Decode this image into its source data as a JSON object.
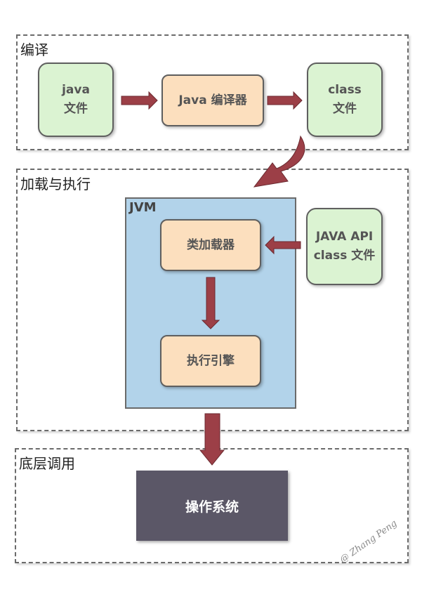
{
  "sections": {
    "compile": {
      "label": "编译"
    },
    "load_execute": {
      "label": "加载与执行"
    },
    "low_level": {
      "label": "底层调用"
    }
  },
  "nodes": {
    "java_file": "java\n文件",
    "java_compiler": "Java 编译器",
    "class_file": "class\n文件",
    "jvm_label": "JVM",
    "class_loader": "类加载器",
    "execution_engine": "执行引擎",
    "java_api_class_file": "JAVA API\nclass 文件",
    "operating_system": "操作系统"
  },
  "colors": {
    "arrow": "#9c3f47",
    "green_node": "#dbf3d2",
    "orange_node": "#fcdfbe",
    "jvm_bg": "#b2d3ea",
    "os_bg": "#5b5767"
  },
  "watermark": "@ Zhang Peng"
}
